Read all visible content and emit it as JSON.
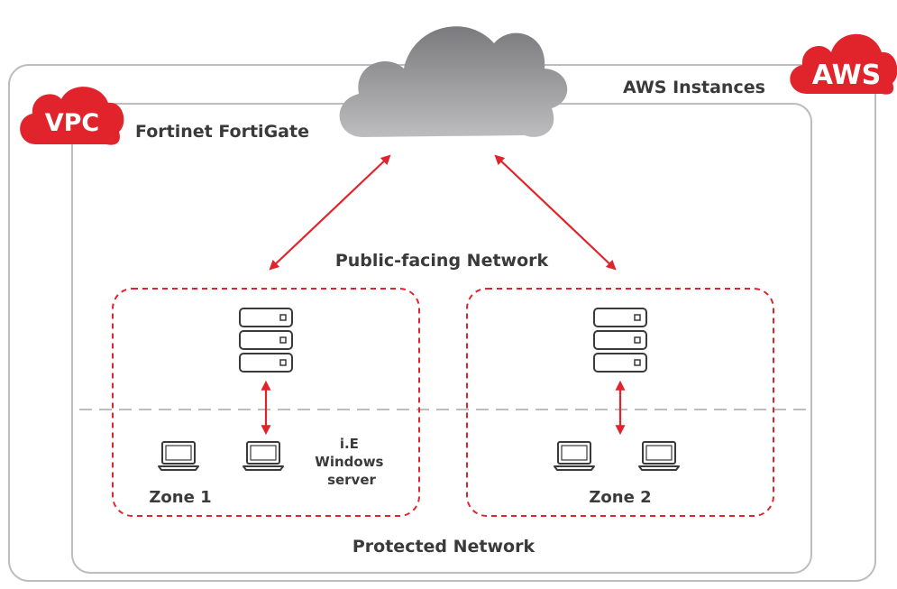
{
  "aws": {
    "badge": "AWS",
    "region_label": "AWS Instances"
  },
  "vpc": {
    "badge": "VPC",
    "label": "Fortinet FortiGate"
  },
  "networks": {
    "public": "Public-facing Network",
    "protected": "Protected Network"
  },
  "zones": [
    {
      "label": "Zone 1",
      "note_lines": [
        "i.E",
        "Windows",
        "server"
      ]
    },
    {
      "label": "Zone 2"
    }
  ],
  "colors": {
    "accent_red": "#E1242B",
    "border_gray": "#BDBDBD",
    "text_dark": "#3A3A3A",
    "cloud_gray": "#8A8A8C"
  },
  "icons": [
    "cloud-icon",
    "server-stack-icon",
    "laptop-icon",
    "double-arrow-icon"
  ]
}
